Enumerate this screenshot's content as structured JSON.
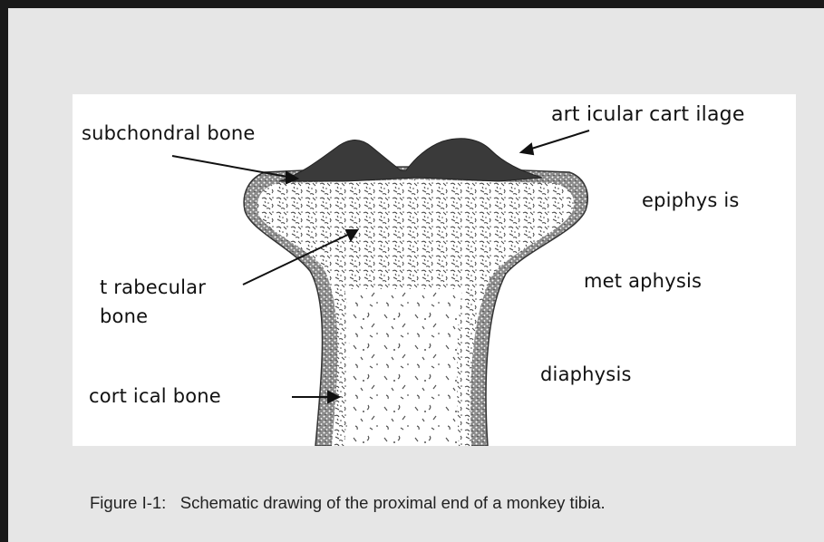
{
  "figure": {
    "labels": {
      "subchondral_bone": "subchondral bone",
      "articular_cartilage": "art icular cart ilage",
      "epiphysis": "epiphys is",
      "trabecular_line1": "t rabecular",
      "trabecular_line2": "bone",
      "metaphysis": "met aphysis",
      "diaphysis": "diaphysis",
      "cortical_bone": "cort ical bone"
    },
    "caption": "Figure I-1:   Schematic drawing of the proximal end of a monkey tibia."
  },
  "colors": {
    "panel_background": "#e6e6e6",
    "panel_border": "#1a1a1a",
    "cartilage": "#3a3a3a",
    "cortex_texture": "#555555"
  }
}
